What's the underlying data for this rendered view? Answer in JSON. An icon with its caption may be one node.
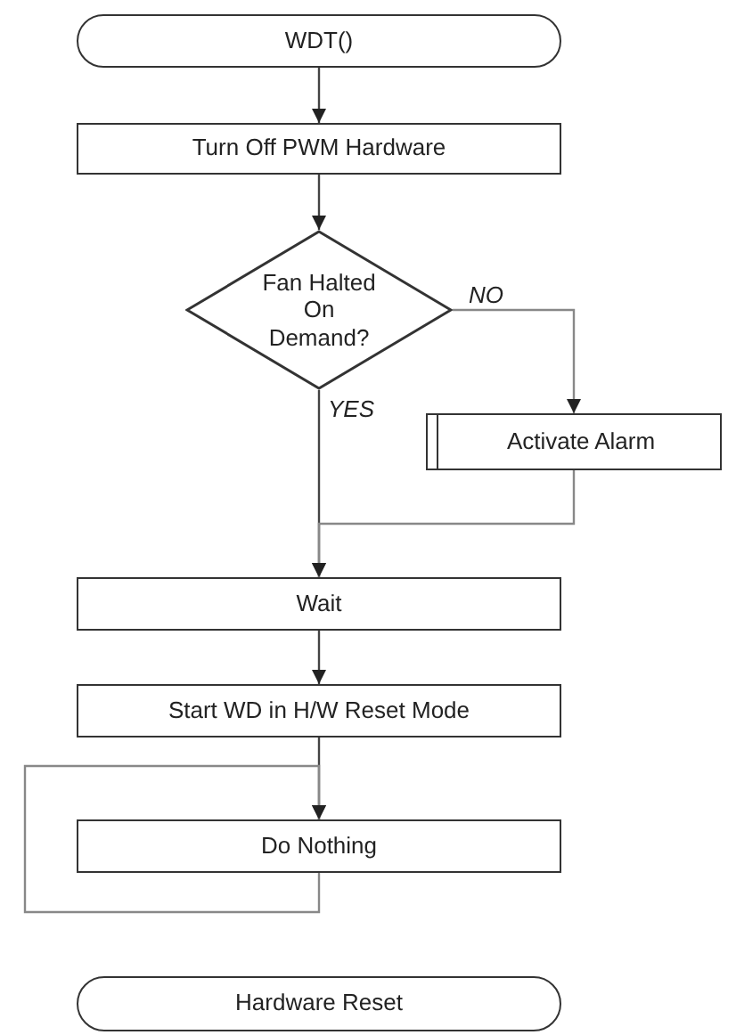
{
  "diagram": {
    "nodes": [
      {
        "text": [
          "WDT()"
        ]
      },
      {
        "text": [
          "Turn Off PWM Hardware"
        ]
      },
      {
        "text": [
          "Fan Halted On Demand?"
        ]
      },
      {
        "text": [
          "Activate Alarm"
        ]
      },
      {
        "text": [
          "Wait"
        ]
      },
      {
        "text": [
          "Start WD in H/W Reset Mode"
        ]
      },
      {
        "text": [
          "Do Nothing"
        ]
      },
      {
        "text": [
          "Hardware Reset"
        ]
      }
    ],
    "edges": [
      {
        "from": 0,
        "to": 1,
        "arrow": "to"
      },
      {
        "from": 1,
        "to": 2,
        "arrow": "to"
      },
      {
        "from": 2,
        "to": 3,
        "arrow": "to",
        "label": "NO"
      },
      {
        "from": 2,
        "to": 4,
        "arrow": "to",
        "label": "YES"
      },
      {
        "from": 3,
        "to": 4,
        "arrow": "to"
      },
      {
        "from": 4,
        "to": 5,
        "arrow": "to"
      },
      {
        "from": 5,
        "to": 6,
        "arrow": "to"
      },
      {
        "from": 6,
        "to": 6,
        "arrow": "to"
      }
    ]
  }
}
